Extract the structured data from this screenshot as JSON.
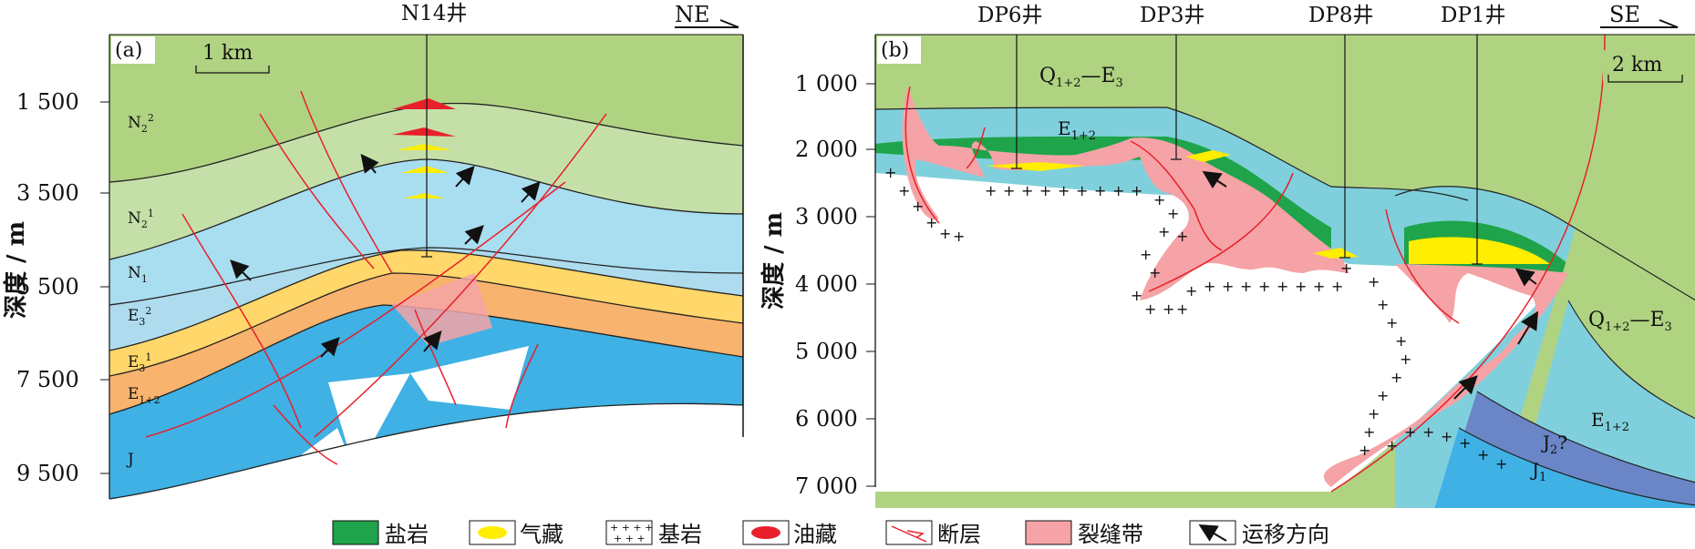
{
  "colors": {
    "q_green": "#b0d382",
    "n2_upper": "#a6cd78",
    "n2_lower": "#c4e0a8",
    "n1": "#a9ddf0",
    "e3_upper": "#a9dcee",
    "e3_lower": "#ffd76a",
    "e12": "#f8b36e",
    "j": "#3fb1e4",
    "e12_b": "#7fd0dc",
    "j2": "#6a86c6",
    "salt": "#1fa44b",
    "gas": "#ffee00",
    "oil": "#e8202b",
    "fracture": "#f5a3a6",
    "fault": "#e8202b"
  },
  "panel_a": {
    "label": "(a)",
    "scale": "1  km",
    "orientation": "NE",
    "well": "N14井",
    "ylabel": "深度 / m",
    "yticks": [
      "1 500",
      "3 500",
      "5 500",
      "7 500",
      "9 500"
    ],
    "layers": {
      "n2_2": {
        "main": "N",
        "sub": "2",
        "sup": "2"
      },
      "n2_1": {
        "main": "N",
        "sub": "2",
        "sup": "1"
      },
      "n1": {
        "main": "N",
        "sub": "1"
      },
      "e3_2": {
        "main": "E",
        "sub": "3",
        "sup": "2"
      },
      "e3_1": {
        "main": "E",
        "sub": "3",
        "sup": "1"
      },
      "e12": {
        "main": "E",
        "sub": "1+2"
      },
      "j": {
        "main": "J"
      }
    }
  },
  "panel_b": {
    "label": "(b)",
    "scale": "2 km",
    "orientation": "SE",
    "wells": [
      "DP6井",
      "DP3井",
      "DP8井",
      "DP1井"
    ],
    "ylabel": "深度 / m",
    "yticks": [
      "1 000",
      "2 000",
      "3 000",
      "4 000",
      "5 000",
      "6 000",
      "7 000"
    ],
    "layers": {
      "q_left": {
        "main": "Q",
        "sub": "1+2",
        "tail": "—E",
        "tail_sub": "3"
      },
      "e12_left": {
        "main": "E",
        "sub": "1+2"
      },
      "q_right": {
        "main": "Q",
        "sub": "1+2",
        "tail": "—E",
        "tail_sub": "3"
      },
      "e12_right": {
        "main": "E",
        "sub": "1+2"
      },
      "j2": {
        "main": "J",
        "sub": "2",
        "tail": "?"
      },
      "j1": {
        "main": "J",
        "sub": "1"
      }
    }
  },
  "legend": [
    {
      "icon": "salt",
      "label": "盐岩"
    },
    {
      "icon": "gas",
      "label": "气藏"
    },
    {
      "icon": "bedrock",
      "label": "基岩"
    },
    {
      "icon": "oil",
      "label": "油藏"
    },
    {
      "icon": "fault",
      "label": "断层"
    },
    {
      "icon": "fracture",
      "label": "裂缝带"
    },
    {
      "icon": "migration",
      "label": "运移方向"
    }
  ]
}
